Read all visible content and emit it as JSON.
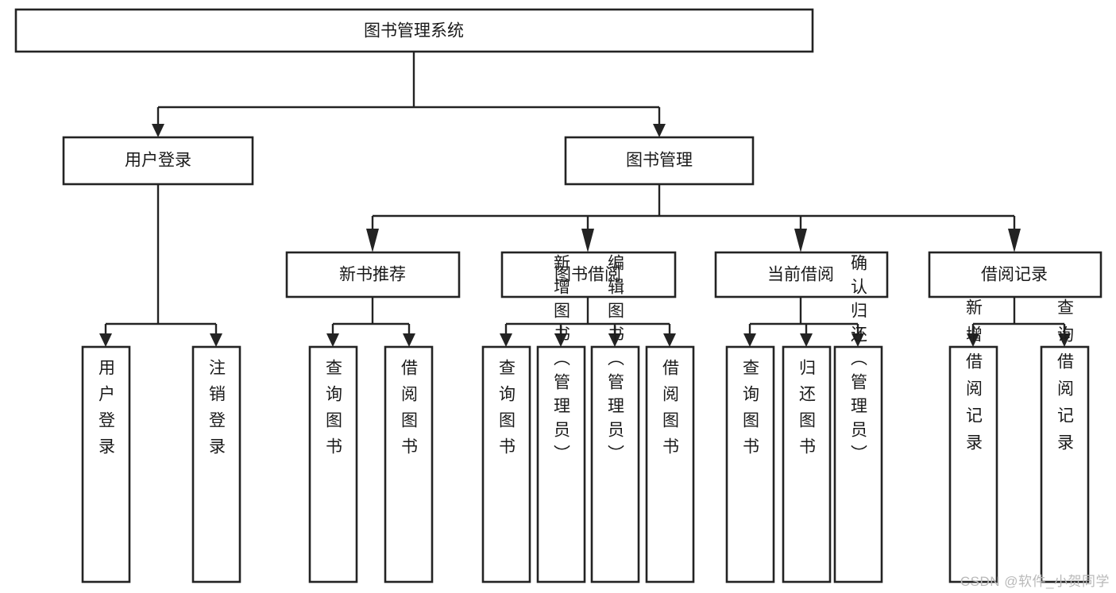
{
  "diagram": {
    "type": "tree-hierarchy",
    "title": "图书管理系统",
    "watermark": "CSDN @软件_小贺同学",
    "colors": {
      "stroke": "#232323",
      "fill": "#ffffff",
      "text": "#1a1a1a",
      "watermark": "#b9b9b9"
    },
    "nodes": {
      "root": {
        "label": "图书管理系统",
        "level": 0
      },
      "user_login": {
        "label": "用户登录",
        "level": 1
      },
      "book_manage": {
        "label": "图书管理",
        "level": 1
      },
      "new_book_rec": {
        "label": "新书推荐",
        "level": 2
      },
      "book_borrow": {
        "label": "图书借阅",
        "level": 2
      },
      "current_borrow": {
        "label": "当前借阅",
        "level": 2
      },
      "borrow_record": {
        "label": "借阅记录",
        "level": 2
      },
      "leaf_user_login": {
        "label": "用户登录",
        "level": 3
      },
      "leaf_logout": {
        "label": "注销登录",
        "level": 3
      },
      "leaf_query_book_1": {
        "label": "查询图书",
        "level": 3
      },
      "leaf_borrow_book_1": {
        "label": "借阅图书",
        "level": 3
      },
      "leaf_query_book_2": {
        "label": "查询图书",
        "level": 3
      },
      "leaf_add_book": {
        "label": "新增图书（管理员）",
        "level": 3
      },
      "leaf_edit_book": {
        "label": "编辑图书（管理员）",
        "level": 3
      },
      "leaf_borrow_book_2": {
        "label": "借阅图书",
        "level": 3
      },
      "leaf_query_book_3": {
        "label": "查询图书",
        "level": 3
      },
      "leaf_return_book": {
        "label": "归还图书",
        "level": 3
      },
      "leaf_confirm_return": {
        "label": "确认归还（管理员）",
        "level": 3
      },
      "leaf_add_record": {
        "label": "新增借阅记录",
        "level": 3
      },
      "leaf_query_record": {
        "label": "查询借阅记录",
        "level": 3
      }
    },
    "edges": [
      {
        "from": "root",
        "to": "user_login"
      },
      {
        "from": "root",
        "to": "book_manage"
      },
      {
        "from": "user_login",
        "to": "leaf_user_login"
      },
      {
        "from": "user_login",
        "to": "leaf_logout"
      },
      {
        "from": "book_manage",
        "to": "new_book_rec"
      },
      {
        "from": "book_manage",
        "to": "book_borrow"
      },
      {
        "from": "book_manage",
        "to": "current_borrow"
      },
      {
        "from": "book_manage",
        "to": "borrow_record"
      },
      {
        "from": "new_book_rec",
        "to": "leaf_query_book_1"
      },
      {
        "from": "new_book_rec",
        "to": "leaf_borrow_book_1"
      },
      {
        "from": "book_borrow",
        "to": "leaf_query_book_2"
      },
      {
        "from": "book_borrow",
        "to": "leaf_add_book"
      },
      {
        "from": "book_borrow",
        "to": "leaf_edit_book"
      },
      {
        "from": "book_borrow",
        "to": "leaf_borrow_book_2"
      },
      {
        "from": "current_borrow",
        "to": "leaf_query_book_3"
      },
      {
        "from": "current_borrow",
        "to": "leaf_return_book"
      },
      {
        "from": "current_borrow",
        "to": "leaf_confirm_return"
      },
      {
        "from": "borrow_record",
        "to": "leaf_add_record"
      },
      {
        "from": "borrow_record",
        "to": "leaf_query_record"
      }
    ]
  }
}
